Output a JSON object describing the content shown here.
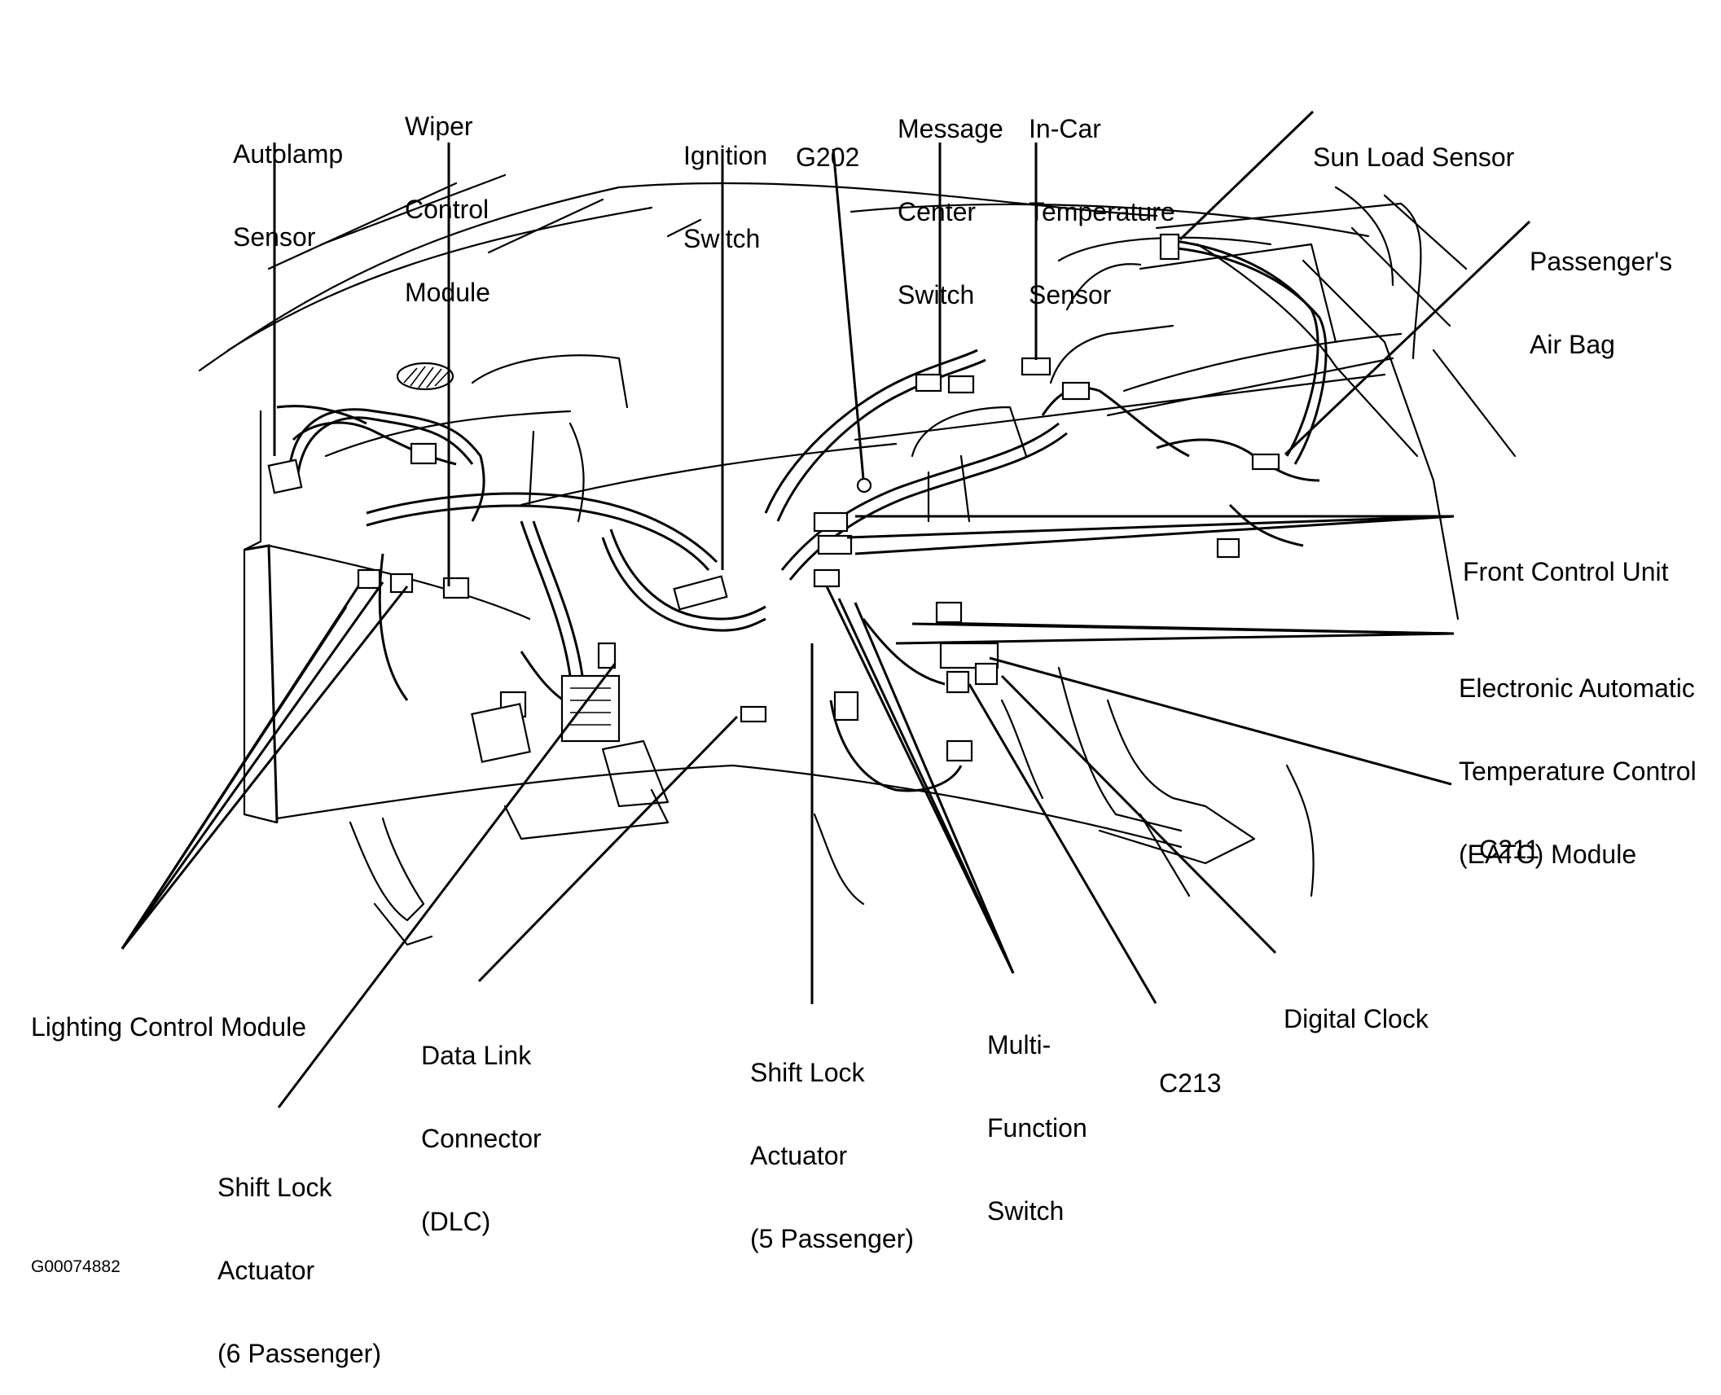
{
  "figure": {
    "reference_id": "G00074882",
    "subject": "Instrument panel component locator"
  },
  "labels": {
    "autolamp_sensor": [
      "Autolamp",
      "Sensor"
    ],
    "wiper_control_module": [
      "Wiper",
      "Control",
      "Module"
    ],
    "ignition_switch": [
      "Ignition",
      "Switch"
    ],
    "g202": [
      "G202"
    ],
    "message_center_switch": [
      "Message",
      "Center",
      "Switch"
    ],
    "in_car_temperature_sensor": [
      "In-Car",
      "Temperature",
      "Sensor"
    ],
    "sun_load_sensor": [
      "Sun Load Sensor"
    ],
    "passengers_air_bag": [
      "Passenger's",
      "Air Bag"
    ],
    "front_control_unit": [
      "Front Control Unit"
    ],
    "eatc_module": [
      "Electronic Automatic",
      "Temperature Control",
      "(EATC) Module"
    ],
    "c211": [
      "C211"
    ],
    "digital_clock": [
      "Digital Clock"
    ],
    "c213": [
      "C213"
    ],
    "multi_function_switch": [
      "Multi-",
      "Function",
      "Switch"
    ],
    "shift_lock_actuator_5": [
      "Shift Lock",
      "Actuator",
      "(5 Passenger)"
    ],
    "data_link_connector": [
      "Data Link",
      "Connector",
      "(DLC)"
    ],
    "shift_lock_actuator_6": [
      "Shift Lock",
      "Actuator",
      "(6 Passenger)"
    ],
    "lighting_control_module": [
      "Lighting Control Module"
    ]
  }
}
